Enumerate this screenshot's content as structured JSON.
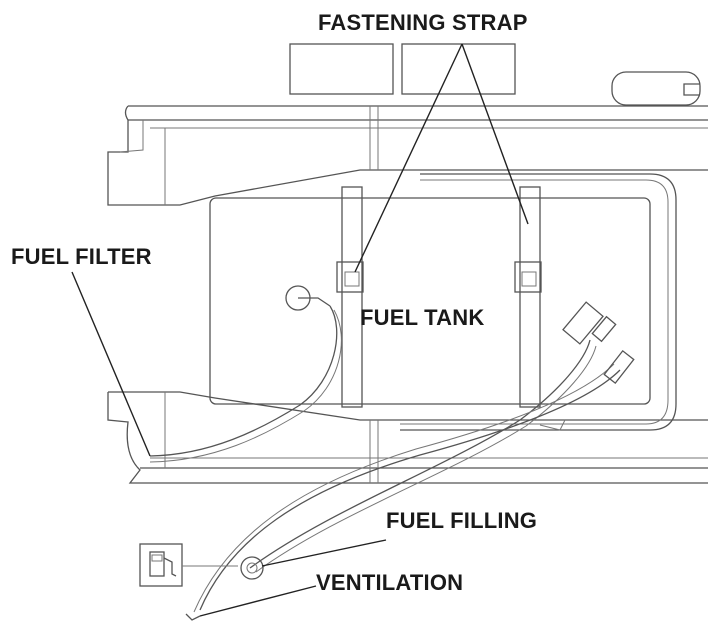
{
  "labels": {
    "fastening_strap": "FASTENING STRAP",
    "fuel_filter": "FUEL FILTER",
    "fuel_tank": "FUEL TANK",
    "fuel_filling": "FUEL FILLING",
    "ventilation": "VENTILATION"
  },
  "icons": {
    "fuel_pump": "fuel-pump-icon"
  }
}
